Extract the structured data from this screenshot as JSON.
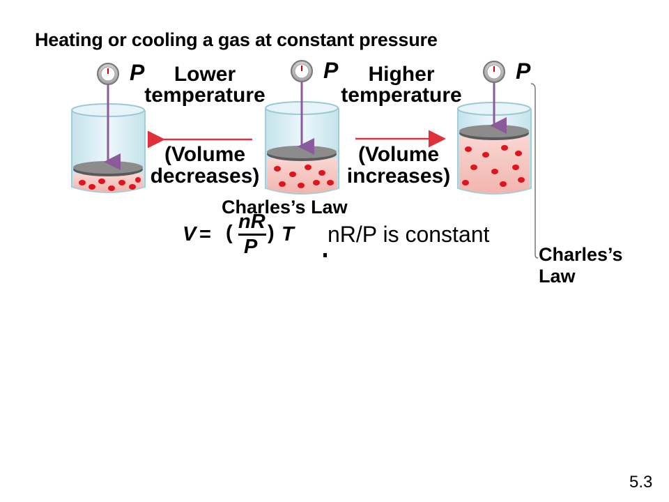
{
  "title": "Heating or cooling a gas at constant pressure",
  "pressure_symbol": "P",
  "left_condition": {
    "line1": "Lower",
    "line2": "temperature"
  },
  "right_condition": {
    "line1": "Higher",
    "line2": "temperature"
  },
  "left_effect": {
    "line1": "(Volume",
    "line2": "decreases)"
  },
  "right_effect": {
    "line1": "(Volume",
    "line2": "increases)"
  },
  "law_heading": "Charles’s Law",
  "equation": {
    "lhs": "V",
    "equals": "=",
    "open": "(",
    "numerator": "nR",
    "denominator": "P",
    "close": ")",
    "variable": "T"
  },
  "note": "nR/P is constant",
  "side_label": {
    "line1": "Charles’s",
    "line2": "Law"
  },
  "slide_number": "5.3",
  "colors": {
    "arrow": "#e0303a",
    "plunger_rod": "#8a5a9a",
    "gas_fill": "#f6c9c4",
    "glass": "#d8eef4",
    "piston": "#6c6c6c",
    "molecule": "#e0141e"
  }
}
